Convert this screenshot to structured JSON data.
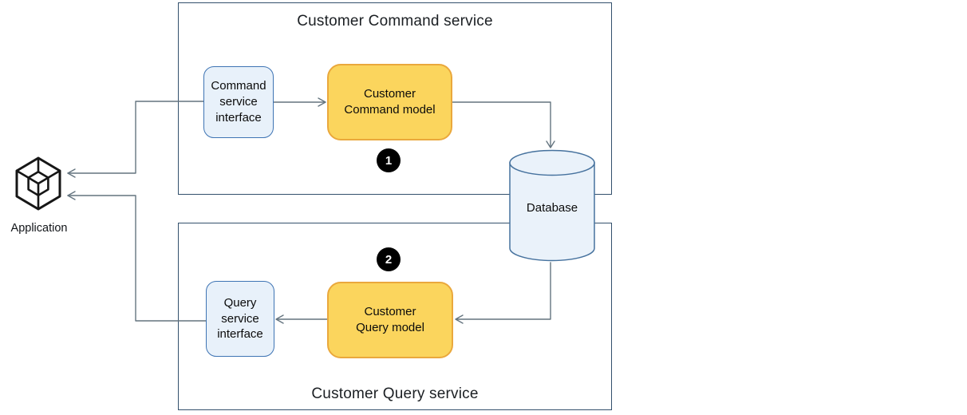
{
  "application": {
    "label": "Application"
  },
  "command_service": {
    "title": "Customer Command service",
    "interface_label": "Command\nservice\ninterface",
    "model_label": "Customer\nCommand model",
    "badge": "1"
  },
  "query_service": {
    "title": "Customer Query service",
    "interface_label": "Query\nservice\ninterface",
    "model_label": "Customer\nQuery model",
    "badge": "2"
  },
  "database": {
    "label": "Database"
  },
  "colors": {
    "service_box_border": "#33506C",
    "interface_fill": "#E8F1FA",
    "interface_stroke": "#3E74B4",
    "model_fill": "#FBD55D",
    "model_stroke": "#EAA83C",
    "database_fill": "#EAF2FA",
    "database_stroke": "#46729E",
    "connector_line": "#64747F",
    "badge_background": "#000000",
    "badge_text": "#FFFFFF"
  }
}
